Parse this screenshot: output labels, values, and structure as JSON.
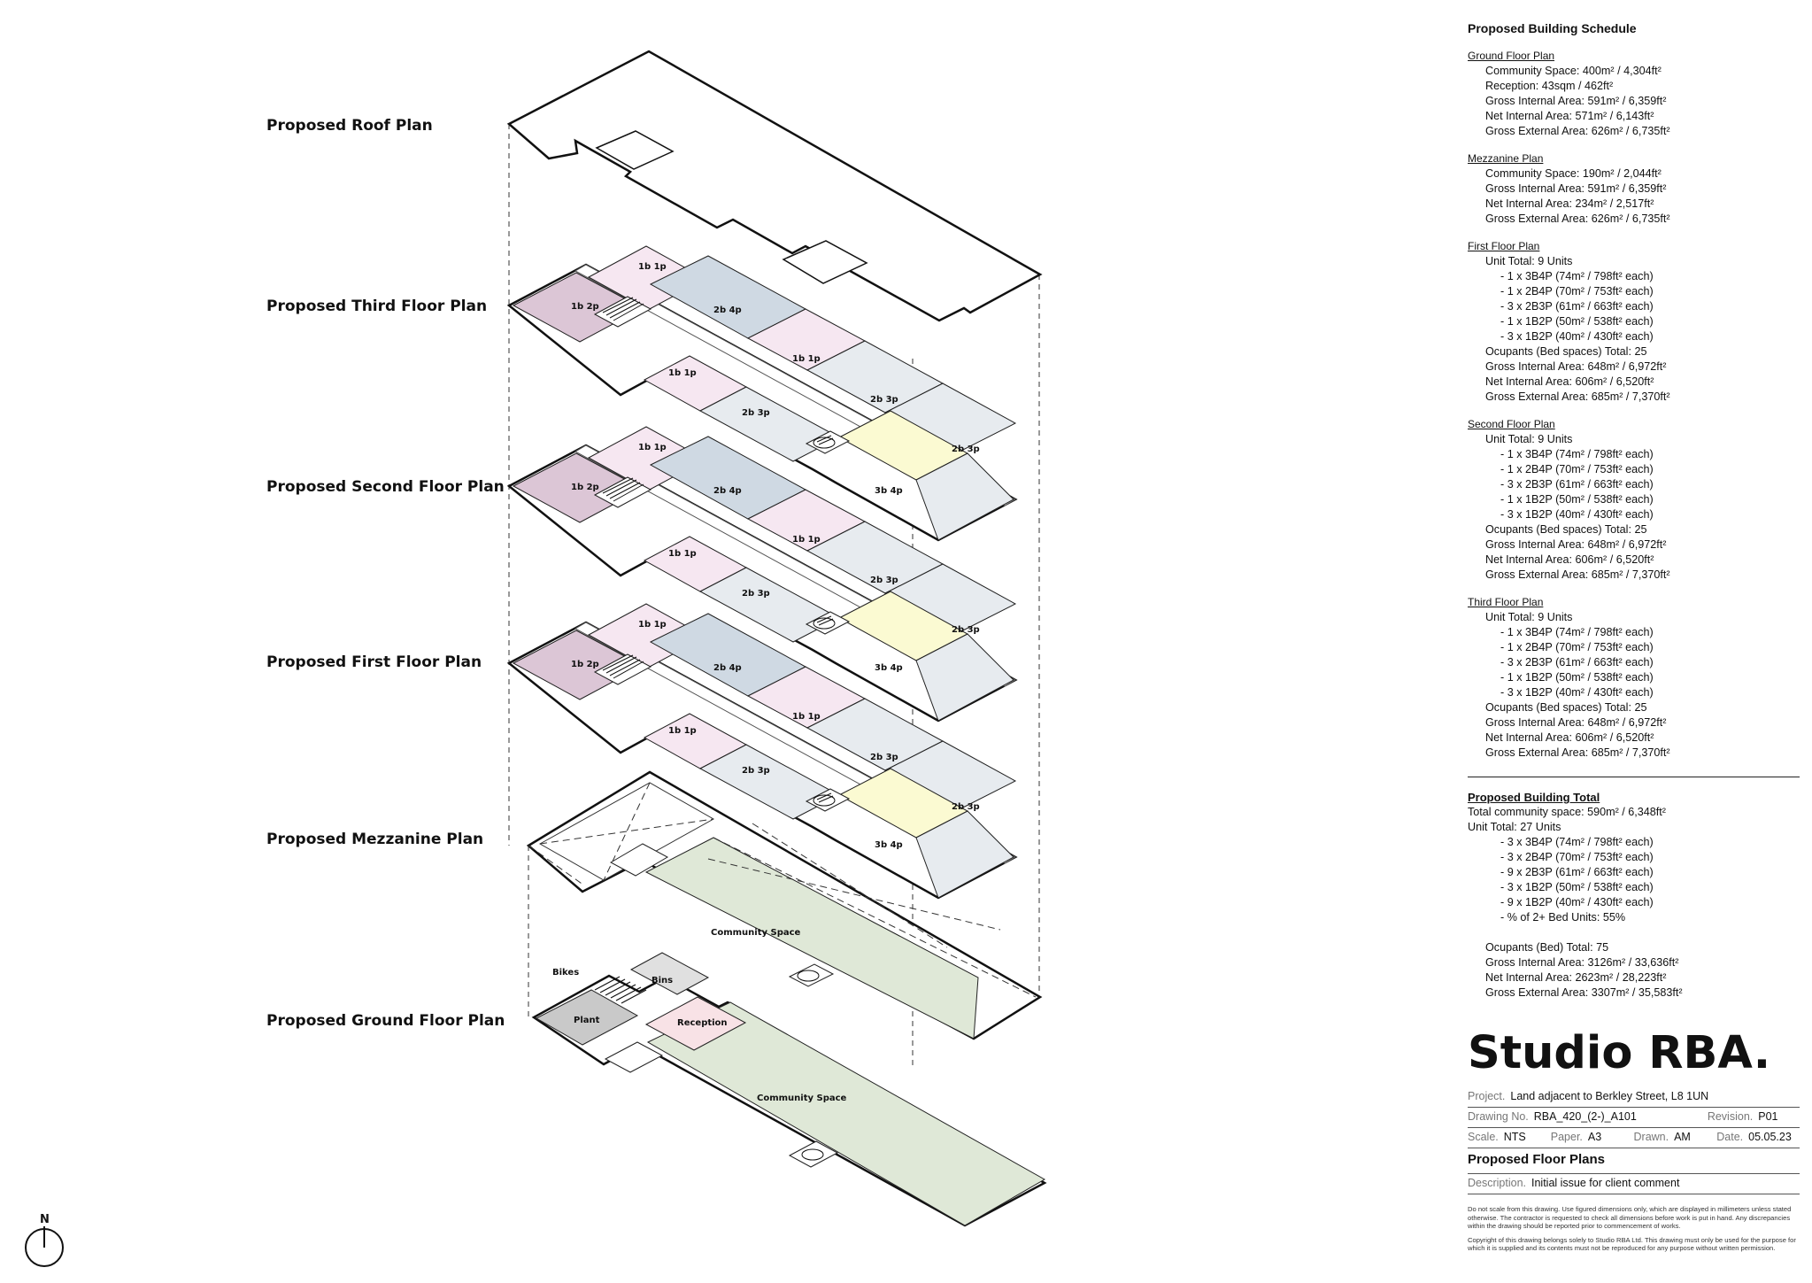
{
  "levels": {
    "roof": "Proposed Roof Plan",
    "third": "Proposed Third Floor Plan",
    "second": "Proposed Second Floor Plan",
    "first": "Proposed First Floor Plan",
    "mezz": "Proposed Mezzanine Plan",
    "ground": "Proposed Ground Floor Plan"
  },
  "unit_labels": {
    "u1b2p": "1b 2p",
    "u1b1p": "1b 1p",
    "u2b4p": "2b 4p",
    "u2b3p": "2b 3p",
    "u3b4p": "3b 4p",
    "community": "Community Space",
    "bikes": "Bikes",
    "bins": "Bins",
    "plant": "Plant",
    "reception": "Reception"
  },
  "colors": {
    "purple": "#dcc6d6",
    "pink": "#f6e7f1",
    "blue": "#cfd9e3",
    "grey": "#e7ebef",
    "yellow": "#fbfad2",
    "green": "#dfe8d7",
    "plant": "#c9c9c9",
    "reception": "#f8e2e6"
  },
  "north_label": "N",
  "schedule": {
    "title": "Proposed Building Schedule",
    "ground": {
      "heading": "Ground Floor Plan",
      "lines": [
        "Community Space: 400m² / 4,304ft²",
        "Reception: 43sqm / 462ft²",
        "Gross Internal Area: 591m² / 6,359ft²",
        "Net Internal Area: 571m² / 6,143ft²",
        "Gross External Area: 626m² / 6,735ft²"
      ]
    },
    "mezz": {
      "heading": "Mezzanine Plan",
      "lines": [
        "Community Space: 190m² / 2,044ft²",
        "Gross Internal Area: 591m² / 6,359ft²",
        "Net Internal Area: 234m² / 2,517ft²",
        "Gross External Area: 626m² / 6,735ft²"
      ]
    },
    "first": {
      "heading": "First Floor Plan",
      "unit_total": "Unit Total: 9 Units",
      "units": [
        "-  1 x 3B4P (74m² / 798ft² each)",
        "-  1 x 2B4P (70m² / 753ft² each)",
        "-  3 x 2B3P (61m² / 663ft² each)",
        "-  1 x 1B2P (50m² / 538ft² each)",
        "-  3 x 1B2P (40m² / 430ft² each)"
      ],
      "totals": [
        "Ocupants (Bed spaces) Total: 25",
        "Gross Internal Area: 648m² / 6,972ft²",
        "Net Internal Area: 606m² / 6,520ft²",
        "Gross External Area: 685m² / 7,370ft²"
      ]
    },
    "second": {
      "heading": "Second Floor Plan",
      "unit_total": "Unit Total: 9 Units",
      "units": [
        "-  1 x 3B4P (74m² / 798ft² each)",
        "-  1 x 2B4P (70m² / 753ft² each)",
        "-  3 x 2B3P (61m² / 663ft² each)",
        "-  1 x 1B2P (50m² / 538ft² each)",
        "-  3 x 1B2P (40m² / 430ft² each)"
      ],
      "totals": [
        "Ocupants (Bed spaces) Total: 25",
        "Gross Internal Area: 648m² / 6,972ft²",
        "Net Internal Area: 606m² / 6,520ft²",
        "Gross External Area: 685m² / 7,370ft²"
      ]
    },
    "third": {
      "heading": "Third Floor Plan",
      "unit_total": "Unit Total: 9 Units",
      "units": [
        "-  1 x 3B4P (74m² / 798ft² each)",
        "-  1 x 2B4P (70m² / 753ft² each)",
        "-  3 x 2B3P (61m² / 663ft² each)",
        "-  1 x 1B2P (50m² / 538ft² each)",
        "-  3 x 1B2P (40m² / 430ft² each)"
      ],
      "totals": [
        "Ocupants (Bed spaces) Total: 25",
        "Gross Internal Area: 648m² / 6,972ft²",
        "Net Internal Area: 606m² / 6,520ft²",
        "Gross External Area: 685m² / 7,370ft²"
      ]
    },
    "total": {
      "heading": "Proposed Building Total",
      "community": "Total community space: 590m² / 6,348ft²",
      "unit_total": "Unit Total: 27 Units",
      "units": [
        "-  3 x 3B4P (74m² / 798ft² each)",
        "-  3 x 2B4P (70m² / 753ft² each)",
        "-  9 x 2B3P (61m² / 663ft² each)",
        "-  3 x 1B2P (50m² / 538ft² each)",
        "-  9 x 1B2P (40m² / 430ft² each)",
        "-  % of 2+ Bed Units: 55%"
      ],
      "totals": [
        "Ocupants (Bed) Total: 75",
        "Gross Internal Area: 3126m² / 33,636ft²",
        "Net Internal Area: 2623m² / 28,223ft²",
        "Gross External Area: 3307m² / 35,583ft²"
      ]
    }
  },
  "titleblock": {
    "studio": "Studio RBA.",
    "project_label": "Project.",
    "project": "Land adjacent to Berkley Street, L8 1UN",
    "drawing_label": "Drawing No.",
    "drawing": "RBA_420_(2-)_A101",
    "revision_label": "Revision.",
    "revision": "P01",
    "scale_label": "Scale.",
    "scale": "NTS",
    "paper_label": "Paper.",
    "paper": "A3",
    "drawn_label": "Drawn.",
    "drawn": "AM",
    "date_label": "Date.",
    "date": "05.05.23",
    "title": "Proposed Floor Plans",
    "desc_label": "Description.",
    "desc": "Initial issue for client comment",
    "note1": "Do not scale from this drawing. Use figured dimensions only, which are displayed in millimeters unless stated otherwise. The contractor is requested to check all dimensions before work is put in hand. Any discrepancies within the drawing should be reported prior to commencement of works.",
    "note2": "Copyright of this drawing belongs solely to Studio RBA Ltd. This drawing must only be used for the purpose for which it is supplied and its contents must not be reproduced for any purpose without written permission."
  }
}
